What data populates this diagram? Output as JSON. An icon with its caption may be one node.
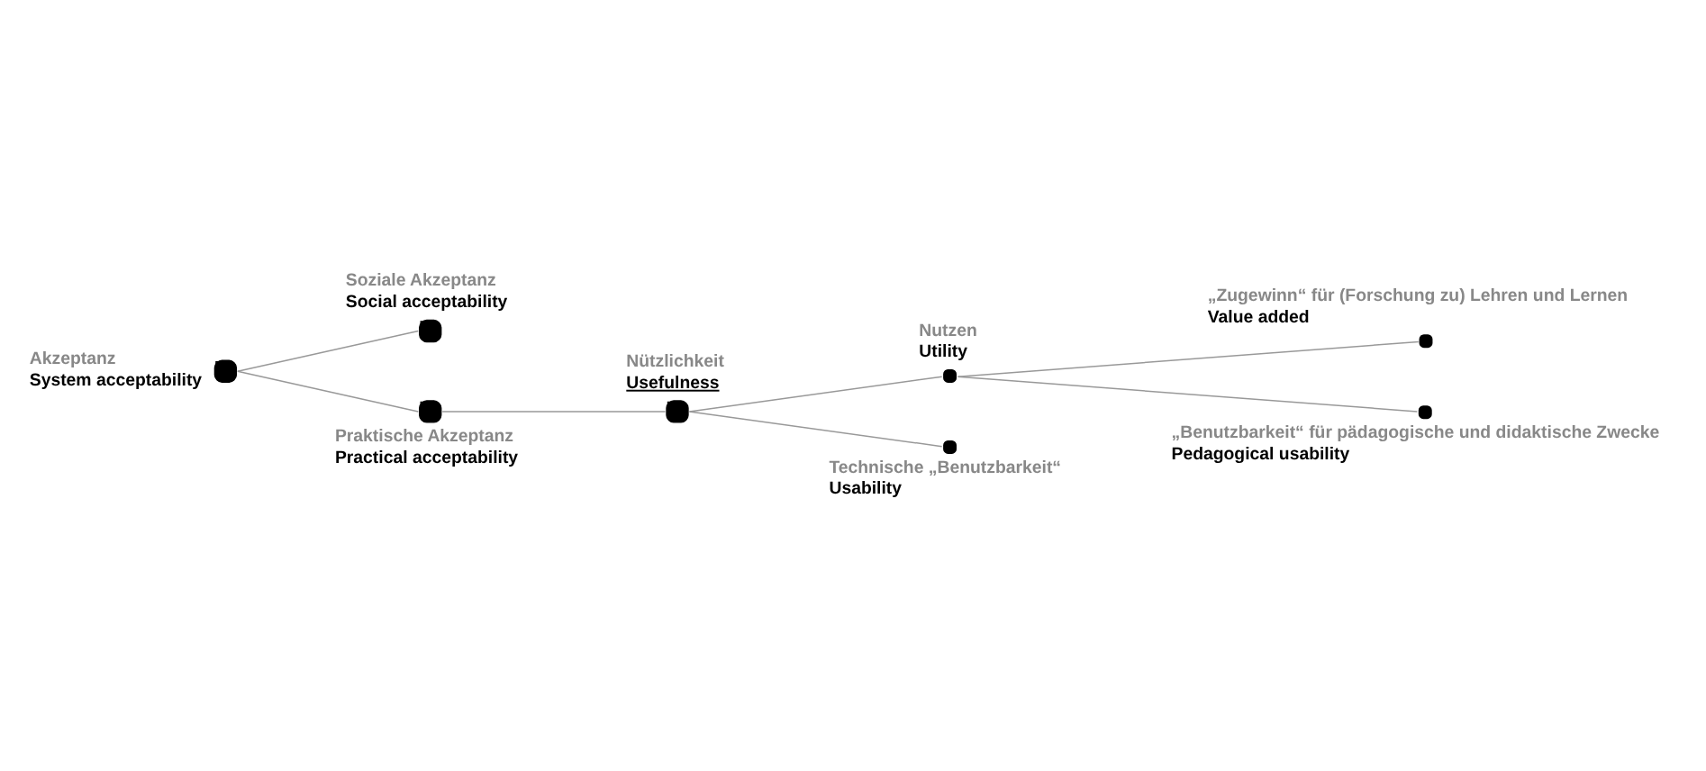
{
  "diagram": {
    "nodes": [
      {
        "text": [
          "Akzeptanz",
          "System acceptability"
        ]
      },
      {
        "text": [
          "Soziale Akzeptanz",
          "Social acceptability"
        ]
      },
      {
        "text": [
          "Praktische Akzeptanz",
          "Practical acceptability"
        ]
      },
      {
        "text": [
          "Nützlichkeit",
          "Usefulness"
        ]
      },
      {
        "text": [
          "Nutzen",
          "Utility"
        ]
      },
      {
        "text": [
          "Technische „Benutzbarkeit“",
          "Usability"
        ]
      },
      {
        "text": [
          "„Zugewinn“ für (Forschung zu) Lehren und Lernen",
          "Value added"
        ]
      },
      {
        "text": [
          "„Benutzbarkeit“ für pädagogische und didaktische Zwecke",
          "Pedagogical usability"
        ]
      }
    ],
    "edges": [
      {
        "from": 0,
        "to": 1,
        "arrow": "none"
      },
      {
        "from": 0,
        "to": 2,
        "arrow": "none"
      },
      {
        "from": 2,
        "to": 3,
        "arrow": "none"
      },
      {
        "from": 3,
        "to": 4,
        "arrow": "none"
      },
      {
        "from": 3,
        "to": 5,
        "arrow": "none"
      },
      {
        "from": 4,
        "to": 6,
        "arrow": "none"
      },
      {
        "from": 4,
        "to": 7,
        "arrow": "none"
      }
    ]
  }
}
